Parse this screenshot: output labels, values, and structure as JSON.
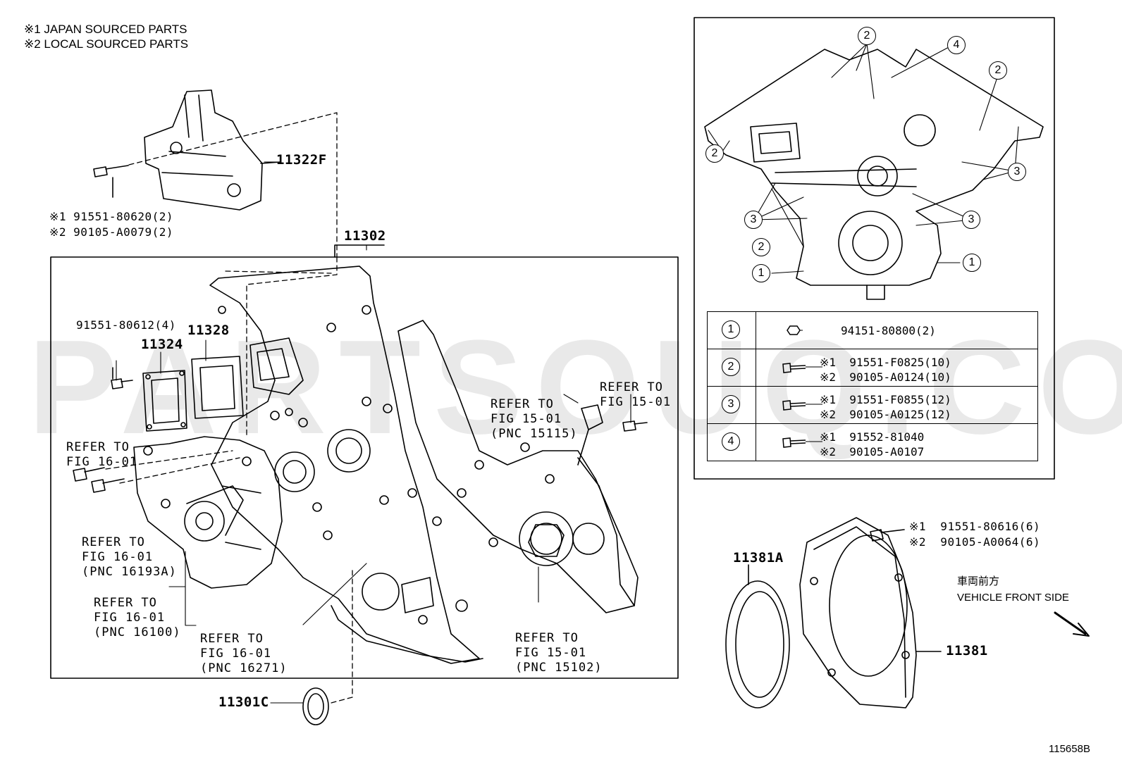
{
  "notes": {
    "line1": "※1 JAPAN SOURCED PARTS",
    "line2": "※2 LOCAL SOURCED PARTS"
  },
  "watermark": "PARTSOUQ.COM",
  "callouts": {
    "p11322F": "11322F",
    "p11302": "11302",
    "p11328": "11328",
    "p11324": "11324",
    "p11301C": "11301C",
    "p11381A": "11381A",
    "p11381": "11381",
    "bolt_top_1": "※1 91551-80620(2)",
    "bolt_top_2": "※2 90105-A0079(2)",
    "bolt_91551_80612": "91551-80612(4)",
    "seal_bolt_1": "※1  91551-80616(6)",
    "seal_bolt_2": "※2  90105-A0064(6)"
  },
  "references": {
    "ref_a": [
      "REFER TO",
      "FIG 16-01"
    ],
    "ref_b": [
      "REFER TO",
      "FIG 16-01",
      "(PNC 16193A)"
    ],
    "ref_c": [
      "REFER TO",
      "FIG 16-01",
      "(PNC 16100)"
    ],
    "ref_d": [
      "REFER TO",
      "FIG 16-01",
      "(PNC 16271)"
    ],
    "ref_e": [
      "REFER TO",
      "FIG 15-01",
      "(PNC 15115)"
    ],
    "ref_f": [
      "REFER TO",
      "FIG 15-01"
    ],
    "ref_g": [
      "REFER TO",
      "FIG 15-01",
      "(PNC 15102)"
    ]
  },
  "front_side": {
    "jp": "車両前方",
    "en": "VEHICLE FRONT SIDE"
  },
  "detail_markers": [
    "1",
    "2",
    "3",
    "4"
  ],
  "bolt_table": [
    {
      "key": "1",
      "lines": [
        "94151-80800(2)"
      ]
    },
    {
      "key": "2",
      "lines": [
        "※1  91551-F0825(10)",
        "※2  90105-A0124(10)"
      ]
    },
    {
      "key": "3",
      "lines": [
        "※1  91551-F0855(12)",
        "※2  90105-A0125(12)"
      ]
    },
    {
      "key": "4",
      "lines": [
        "※1  91552-81040",
        "※2  90105-A0107"
      ]
    }
  ],
  "figure_id": "115658B"
}
